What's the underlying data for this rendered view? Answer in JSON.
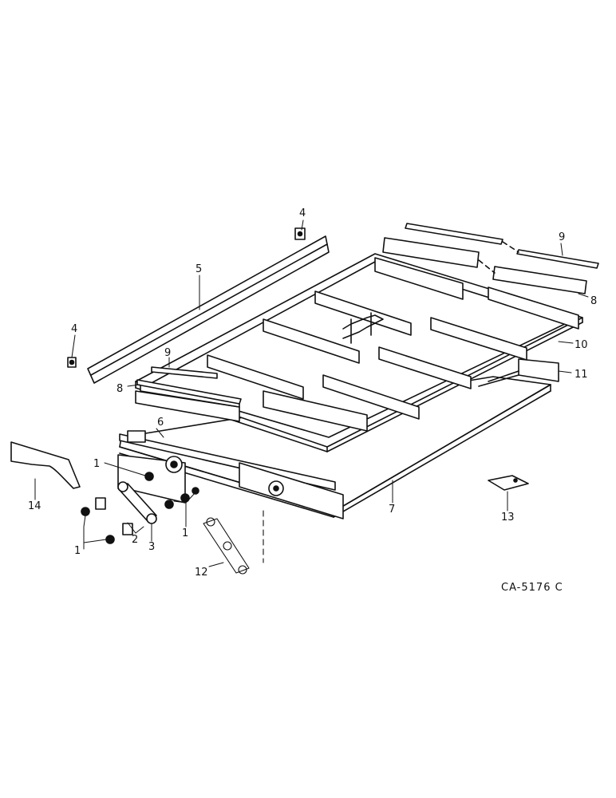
{
  "diagram": {
    "drawing_code": "CA-5176 C",
    "callouts": {
      "c1_upper": "1",
      "c1_right": "1",
      "c1_lower": "1",
      "c2": "2",
      "c3": "3",
      "c4_top": "4",
      "c4_left": "4",
      "c5": "5",
      "c6": "6",
      "c7": "7",
      "c8_left": "8",
      "c8_right": "8",
      "c9_left": "9",
      "c9_right": "9",
      "c10": "10",
      "c11": "11",
      "c12": "12",
      "c13": "13",
      "c14": "14"
    }
  }
}
